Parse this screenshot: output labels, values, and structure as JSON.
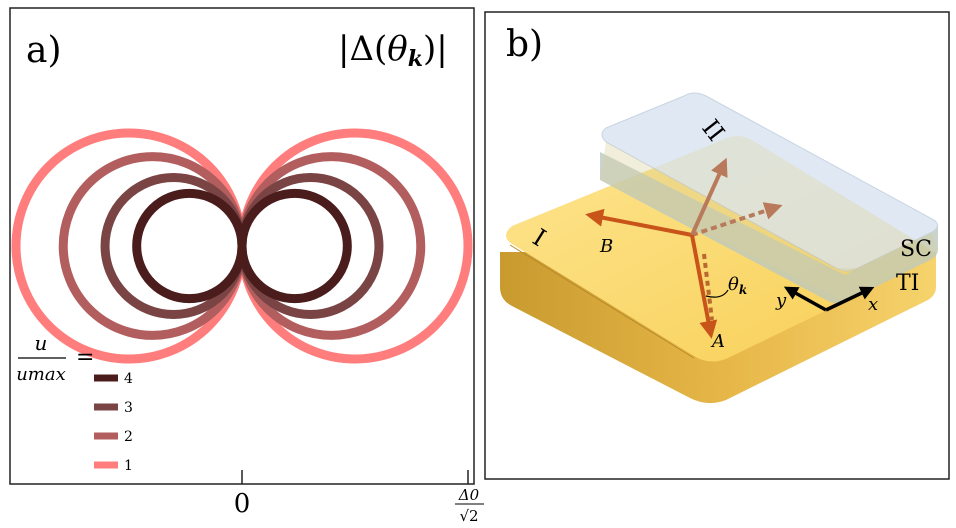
{
  "panel_a": {
    "label": "a)",
    "formula": "|Δ(θk)|",
    "formula_parts": {
      "pre": "|Δ(",
      "theta": "θ",
      "k": "k",
      "post": ")|"
    },
    "x_tick_zero": "0",
    "x_tick_right": {
      "num": "Δ0",
      "den": "√2"
    },
    "legend_title": {
      "num": "u",
      "den": "umax",
      "eq": "="
    },
    "chart_data": {
      "type": "line",
      "title": "|Δ(θk)|",
      "xlabel": "",
      "ylabel": "",
      "xticks": [
        "0",
        "Δ0/√2"
      ],
      "legend_placement": "bottom-left",
      "series": [
        {
          "name": "4",
          "color": "#4a1c1c",
          "radius_fraction": 0.466
        },
        {
          "name": "3",
          "color": "#7a4444",
          "radius_fraction": 0.606
        },
        {
          "name": "2",
          "color": "#b25e5e",
          "radius_fraction": 0.791
        },
        {
          "name": "1",
          "color": "#ff7d7d",
          "radius_fraction": 1.0
        }
      ]
    }
  },
  "panel_b": {
    "label": "b)",
    "region_I": "I",
    "region_II": "II",
    "label_SC": "SC",
    "label_TI": "TI",
    "label_A": "A",
    "label_B": "B",
    "label_theta": "θ",
    "label_theta_sub": "k",
    "axis_x": "x",
    "axis_y": "y",
    "colors": {
      "ti_top": "#fbd768",
      "ti_side": "#d6a83a",
      "sc_fill": "#c9dcf2",
      "arrow": "#c8541a",
      "arrow_faded": "#b87050"
    }
  }
}
